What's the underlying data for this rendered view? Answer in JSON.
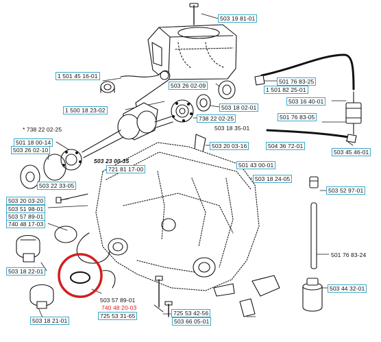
{
  "diagram": {
    "colors": {
      "label_border": "#3aa7c9",
      "highlight": "#d21e1e",
      "ink": "#111111"
    },
    "highlight": {
      "shape": "circle",
      "target_part": "740 48 20-03"
    },
    "parts": [
      {
        "id": "p01",
        "label": "503 19 81-01",
        "style": "boxed"
      },
      {
        "id": "p02",
        "label": "1 501 45 16-01",
        "style": "boxed"
      },
      {
        "id": "p03",
        "label": "503 26 02-09",
        "style": "boxed"
      },
      {
        "id": "p04",
        "label": "501 76 83-25",
        "style": "boxed"
      },
      {
        "id": "p05",
        "label": "1 501 82 25-01",
        "style": "boxed"
      },
      {
        "id": "p06",
        "label": "503 16 40-01",
        "style": "boxed"
      },
      {
        "id": "p07",
        "label": "1 500 18 23-02",
        "style": "boxed"
      },
      {
        "id": "p08",
        "label": "503 18 02-01",
        "style": "boxed"
      },
      {
        "id": "p09",
        "label": "738 22 02-25",
        "style": "boxed"
      },
      {
        "id": "p10",
        "label": "503 18 35-01",
        "style": "plain"
      },
      {
        "id": "p11",
        "label": "501 76 83-05",
        "style": "boxed"
      },
      {
        "id": "p12",
        "label": "* 738 22 02-25",
        "style": "plain"
      },
      {
        "id": "p13",
        "label": "504 36 72-01",
        "style": "boxed"
      },
      {
        "id": "p14",
        "label": "503 45 46-01",
        "style": "boxed"
      },
      {
        "id": "p15",
        "label": "501 18 00-14",
        "style": "boxed"
      },
      {
        "id": "p16",
        "label": "503 26 02-10",
        "style": "boxed"
      },
      {
        "id": "p17",
        "label": "503 20 03-16",
        "style": "boxed"
      },
      {
        "id": "p18",
        "label": "503 23 00-35",
        "style": "bold"
      },
      {
        "id": "p19",
        "label": "721 81 17-00",
        "style": "boxed"
      },
      {
        "id": "p20",
        "label": "501 43 00-01",
        "style": "boxed"
      },
      {
        "id": "p21",
        "label": "503 18 24-05",
        "style": "boxed"
      },
      {
        "id": "p22",
        "label": "503 22 33-05",
        "style": "boxed"
      },
      {
        "id": "p23",
        "label": "503 52 97-01",
        "style": "boxed"
      },
      {
        "id": "p24",
        "label": "503 20 03-20",
        "style": "boxed"
      },
      {
        "id": "p25",
        "label": "503 51 98-01",
        "style": "boxed"
      },
      {
        "id": "p26",
        "label": "503 57 89-01",
        "style": "boxed"
      },
      {
        "id": "p27",
        "label": "740 48 17-03",
        "style": "boxed"
      },
      {
        "id": "p28",
        "label": "501 76 83-24",
        "style": "plain"
      },
      {
        "id": "p29",
        "label": "503 18 22-01",
        "style": "boxed"
      },
      {
        "id": "p30",
        "label": "503 44 32-01",
        "style": "boxed"
      },
      {
        "id": "p31",
        "label": "503 57 89-01",
        "style": "plain"
      },
      {
        "id": "p32",
        "label": "740 48 20-03",
        "style": "red"
      },
      {
        "id": "p33",
        "label": "725 53 31-65",
        "style": "boxed"
      },
      {
        "id": "p34",
        "label": "725 53 42-56",
        "style": "boxed"
      },
      {
        "id": "p35",
        "label": "503 66 05-01",
        "style": "boxed"
      },
      {
        "id": "p36",
        "label": "503 18 21-01",
        "style": "boxed"
      }
    ]
  }
}
